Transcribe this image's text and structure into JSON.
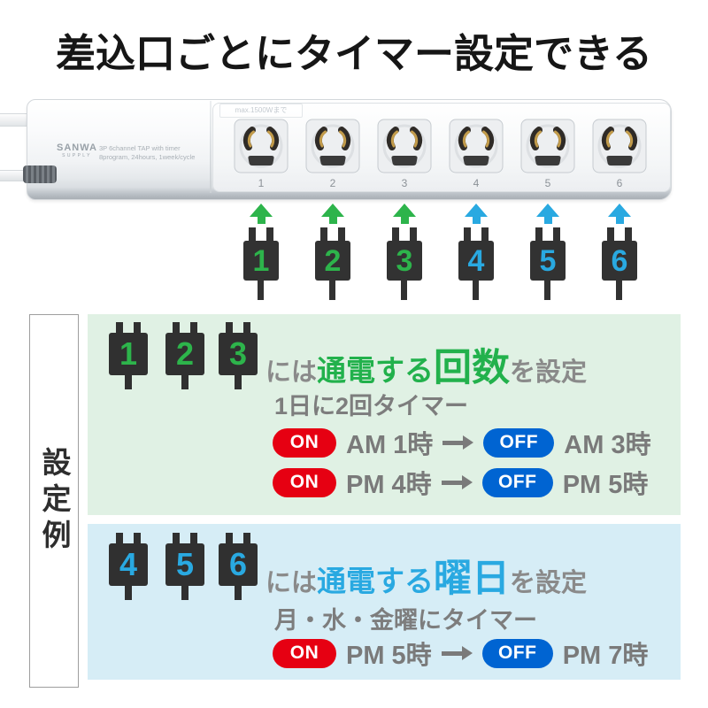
{
  "title": "差込口ごとにタイマー設定できる",
  "strip": {
    "brand": "SANWA",
    "brand_sub": "SUPPLY",
    "desc_line1": "3P 6channel TAP with timer",
    "desc_line2": "8program, 24hours, 1week/cycle",
    "rating_label": "max.1500Wまで",
    "outlets": [
      "1",
      "2",
      "3",
      "4",
      "5",
      "6"
    ]
  },
  "plug_row": [
    "1",
    "2",
    "3",
    "4",
    "5",
    "6"
  ],
  "sidebar": {
    "label": "設定例"
  },
  "sections": {
    "count": {
      "plugs": [
        "1",
        "2",
        "3"
      ],
      "header": {
        "prefix": "には",
        "accent": "通電する",
        "accent_big": "回数",
        "suffix": "を設定"
      },
      "subtitle": "1日に2回タイマー",
      "rows": [
        {
          "on": "ON",
          "on_time": "AM 1時",
          "off": "OFF",
          "off_time": "AM 3時"
        },
        {
          "on": "ON",
          "on_time": "PM 4時",
          "off": "OFF",
          "off_time": "PM 5時"
        }
      ]
    },
    "weekday": {
      "plugs": [
        "4",
        "5",
        "6"
      ],
      "header": {
        "prefix": "には",
        "accent": "通電する",
        "accent_big": "曜日",
        "suffix": "を設定"
      },
      "subtitle": "月・水・金曜にタイマー",
      "rows": [
        {
          "on": "ON",
          "on_time": "PM 5時",
          "off": "OFF",
          "off_time": "PM 7時"
        }
      ]
    }
  },
  "colors": {
    "accent_green": "#22b14c",
    "accent_cyan": "#29a9e1",
    "on_red": "#e60012",
    "off_blue": "#0064d2",
    "panel_green": "#e0f1e4",
    "panel_blue": "#d6edf6",
    "plug_dark": "#323232",
    "text_gray": "#7d7d7d"
  }
}
